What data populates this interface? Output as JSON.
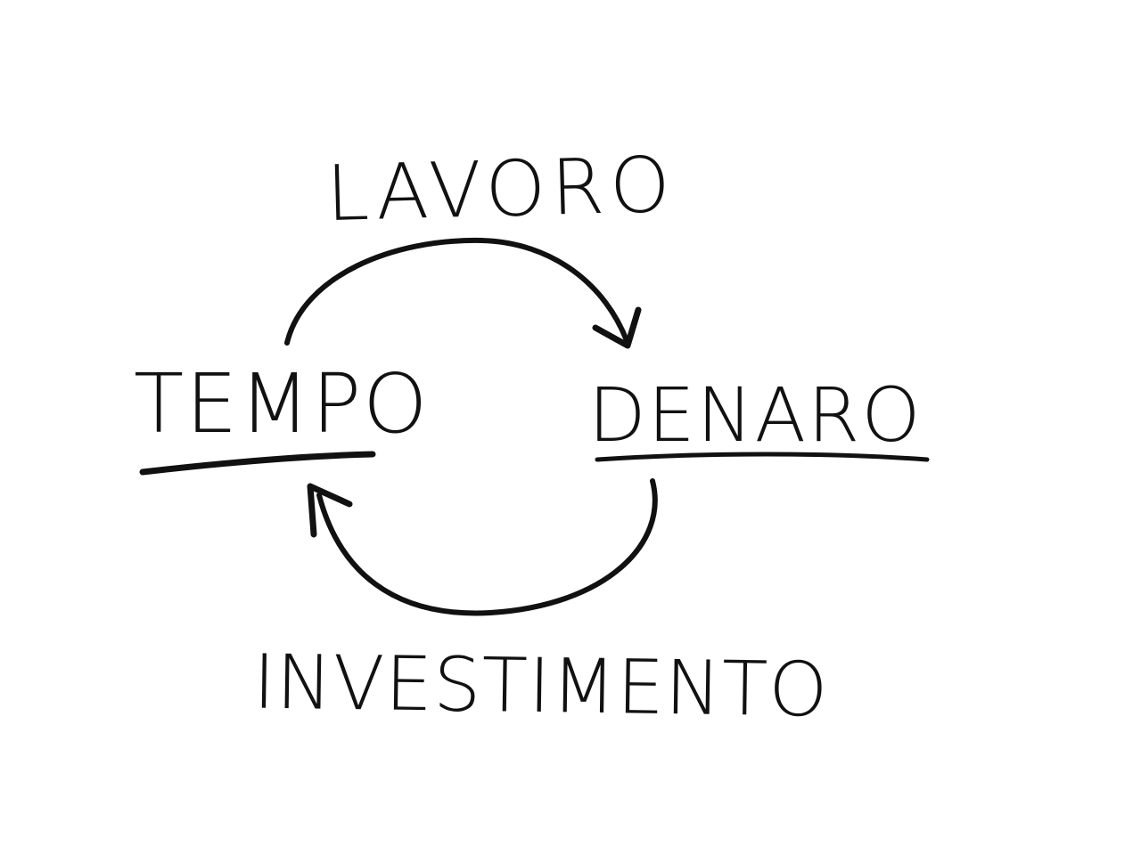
{
  "diagram": {
    "nodes": [
      {
        "id": "tempo",
        "label": "TEMPO"
      },
      {
        "id": "denaro",
        "label": "DENARO"
      }
    ],
    "edges": [
      {
        "from": "tempo",
        "to": "denaro",
        "label": "LAVORO"
      },
      {
        "from": "denaro",
        "to": "tempo",
        "label": "INVESTIMENTO"
      }
    ]
  },
  "colors": {
    "ink": "#111111",
    "background": "#ffffff"
  }
}
